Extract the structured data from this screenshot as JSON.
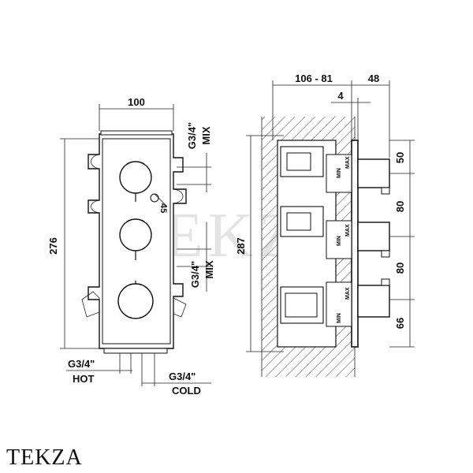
{
  "front_view": {
    "width_label": "100",
    "height_label": "276",
    "outlet_top_label": "G3/4\"",
    "outlet_top_sub": "MIX",
    "outlet_bottom_label": "G3/4\"",
    "outlet_bottom_sub": "MIX",
    "hot_label": "G3/4\"",
    "hot_sub": "HOT",
    "cold_label": "G3/4\"",
    "cold_sub": "COLD",
    "diameter_label": "45"
  },
  "side_view": {
    "depth_label": "106 - 81",
    "handle_label": "48",
    "offset_label": "4",
    "height_label": "287",
    "spacing_top": "50",
    "spacing_mid1": "80",
    "spacing_mid2": "80",
    "spacing_bottom": "66",
    "valve_text_min": "MIN",
    "valve_text_max": "MAX"
  },
  "watermark": "TEKZA",
  "brand": "TEKZA"
}
